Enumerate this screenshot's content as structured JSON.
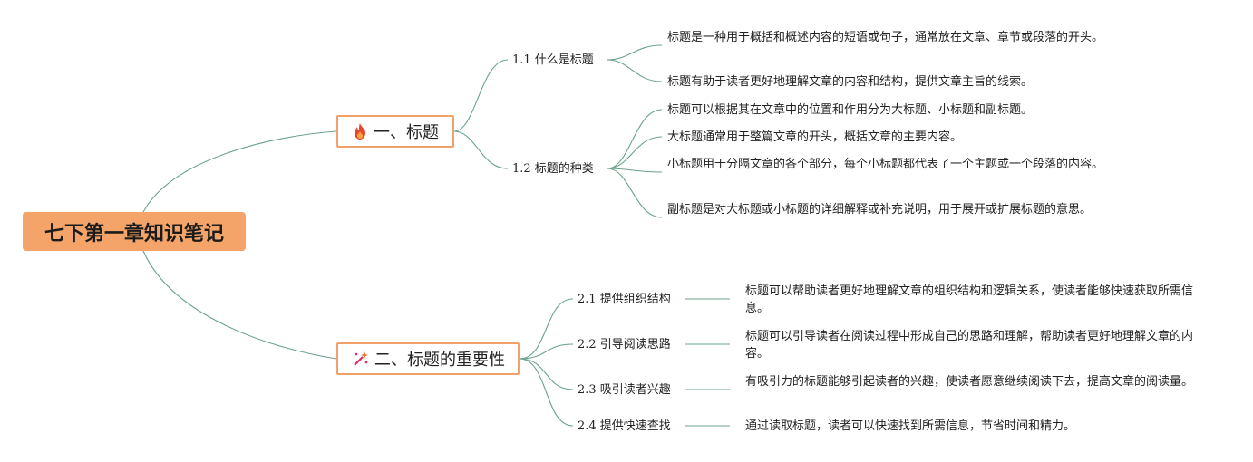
{
  "root": {
    "title": "七下第一章知识笔记"
  },
  "branches": [
    {
      "label": "一、标题",
      "icon": "fire-icon",
      "subtopics": [
        {
          "label": "1.1 什么是标题",
          "notes": [
            "标题是一种用于概括和概述内容的短语或句子，通常放在文章、章节或段落的开头。",
            "标题有助于读者更好地理解文章的内容和结构，提供文章主旨的线索。"
          ]
        },
        {
          "label": "1.2 标题的种类",
          "notes": [
            "标题可以根据其在文章中的位置和作用分为大标题、小标题和副标题。",
            "大标题通常用于整篇文章的开头，概括文章的主要内容。",
            "小标题用于分隔文章的各个部分，每个小标题都代表了一个主题或一个段落的内容。",
            "副标题是对大标题或小标题的详细解释或补充说明，用于展开或扩展标题的意思。"
          ]
        }
      ]
    },
    {
      "label": "二、标题的重要性",
      "icon": "sparkle-wand-icon",
      "subtopics": [
        {
          "label": "2.1 提供组织结构",
          "notes": [
            "标题可以帮助读者更好地理解文章的组织结构和逻辑关系，使读者能够快速获取所需信息。"
          ]
        },
        {
          "label": "2.2 引导阅读思路",
          "notes": [
            "标题可以引导读者在阅读过程中形成自己的思路和理解，帮助读者更好地理解文章的内容。"
          ]
        },
        {
          "label": "2.3 吸引读者兴趣",
          "notes": [
            "有吸引力的标题能够引起读者的兴趣，使读者愿意继续阅读下去，提高文章的阅读量。"
          ]
        },
        {
          "label": "2.4 提供快速查找",
          "notes": [
            "通过读取标题，读者可以快速找到所需信息，节省时间和精力。"
          ]
        }
      ]
    }
  ],
  "colors": {
    "root_fill": "#f4a469",
    "branch_border": "#f0a26a",
    "link": "#6aa38a",
    "fire": "#e8452c",
    "sparkle": "#e0245e"
  }
}
